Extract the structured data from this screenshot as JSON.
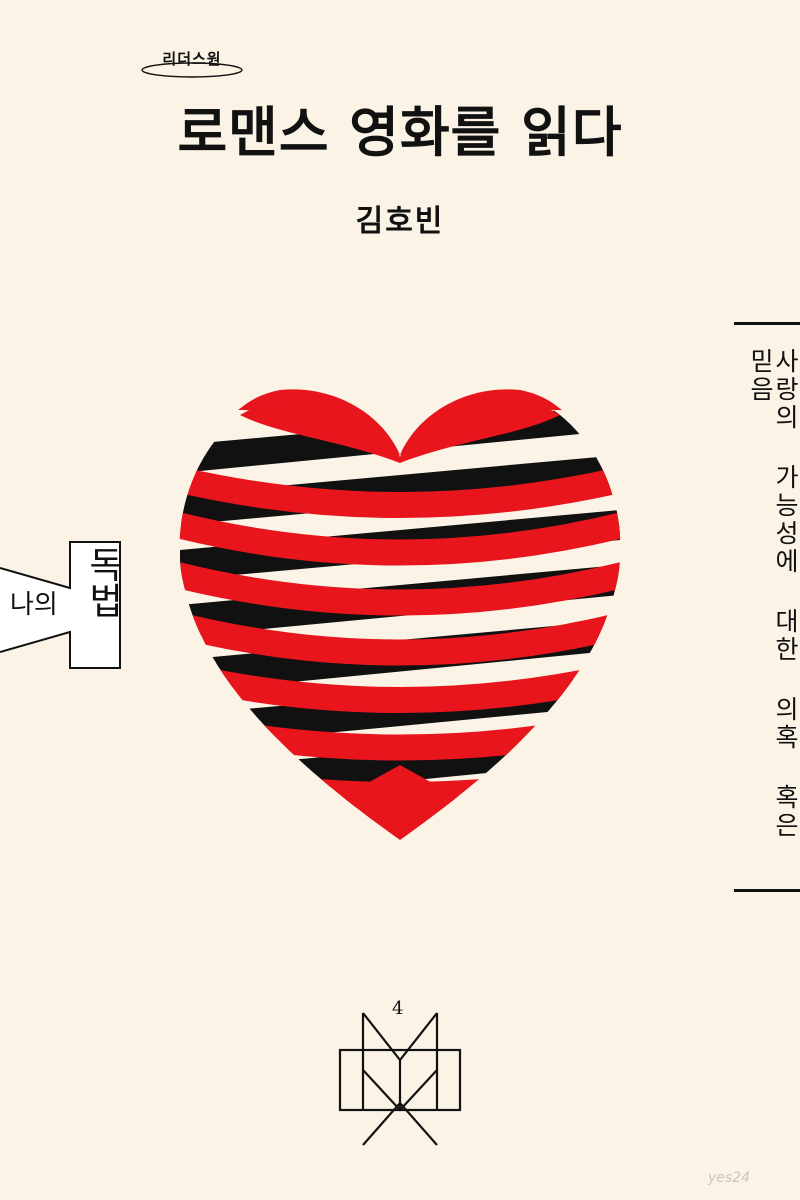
{
  "publisher": "리더스원",
  "title": "로맨스 영화를 읽다",
  "author": "김호빈",
  "subtitle": "사랑의 가능성에 대한 의혹 혹은 믿음",
  "series": {
    "prefix": "나의",
    "name": "독법"
  },
  "volume": "4",
  "watermark": "yes24",
  "colors": {
    "background": "#fbf3e5",
    "heart_red": "#e8151d",
    "stripe_black": "#111111"
  }
}
